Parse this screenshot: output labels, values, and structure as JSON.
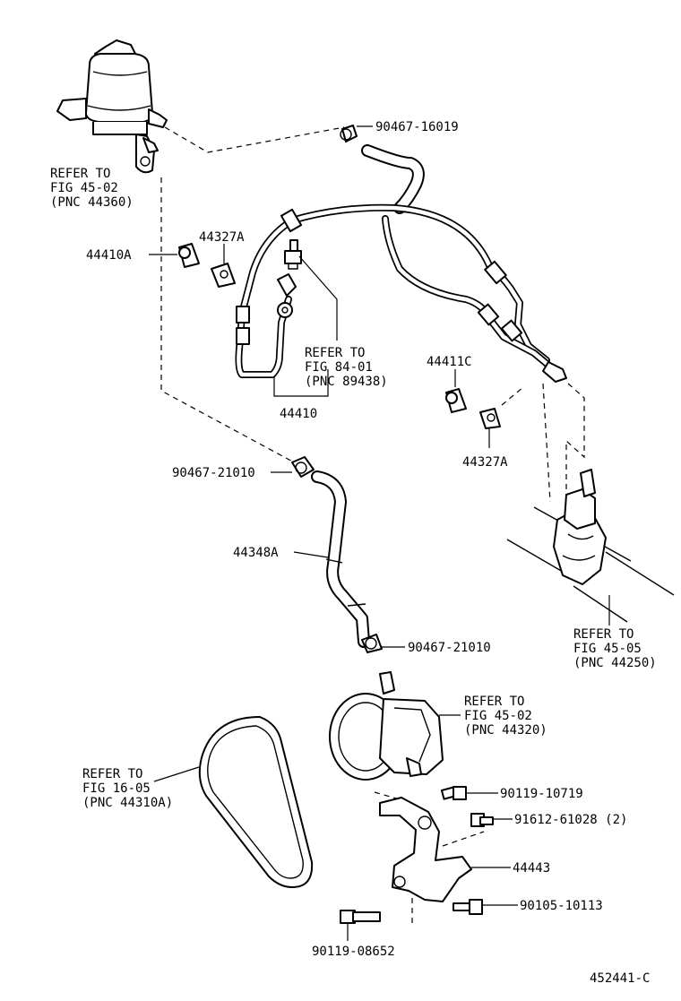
{
  "labels": {
    "reservoir_ref": [
      "REFER TO",
      "FIG 45-02",
      " (PNC 44360)"
    ],
    "clamp_top": "90467-16019",
    "clamp_a": "44327A",
    "bolt_a": "44410A",
    "sensor_ref": [
      "REFER TO",
      "FIG 84-01",
      " (PNC 89438)"
    ],
    "pressure_tube": "44410",
    "bolt_c": "44411C",
    "clamp_b": "44327A",
    "clamp_mid": "90467-21010",
    "return_hose": "44348A",
    "clamp_low": "90467-21010",
    "gear_ref": [
      "REFER TO",
      "FIG 45-05",
      " (PNC 44250)"
    ],
    "pump_ref": [
      "REFER TO",
      "FIG 45-02",
      " (PNC 44320)"
    ],
    "belt_ref": [
      "REFER TO",
      "FIG 16-05",
      " (PNC 44310A)"
    ],
    "bolt_1": "90119-10719",
    "bolt_2": "91612-61028 (2)",
    "bracket": "44443",
    "bolt_3": "90105-10113",
    "bolt_4": "90119-08652",
    "diagram_id": "452441-C"
  }
}
